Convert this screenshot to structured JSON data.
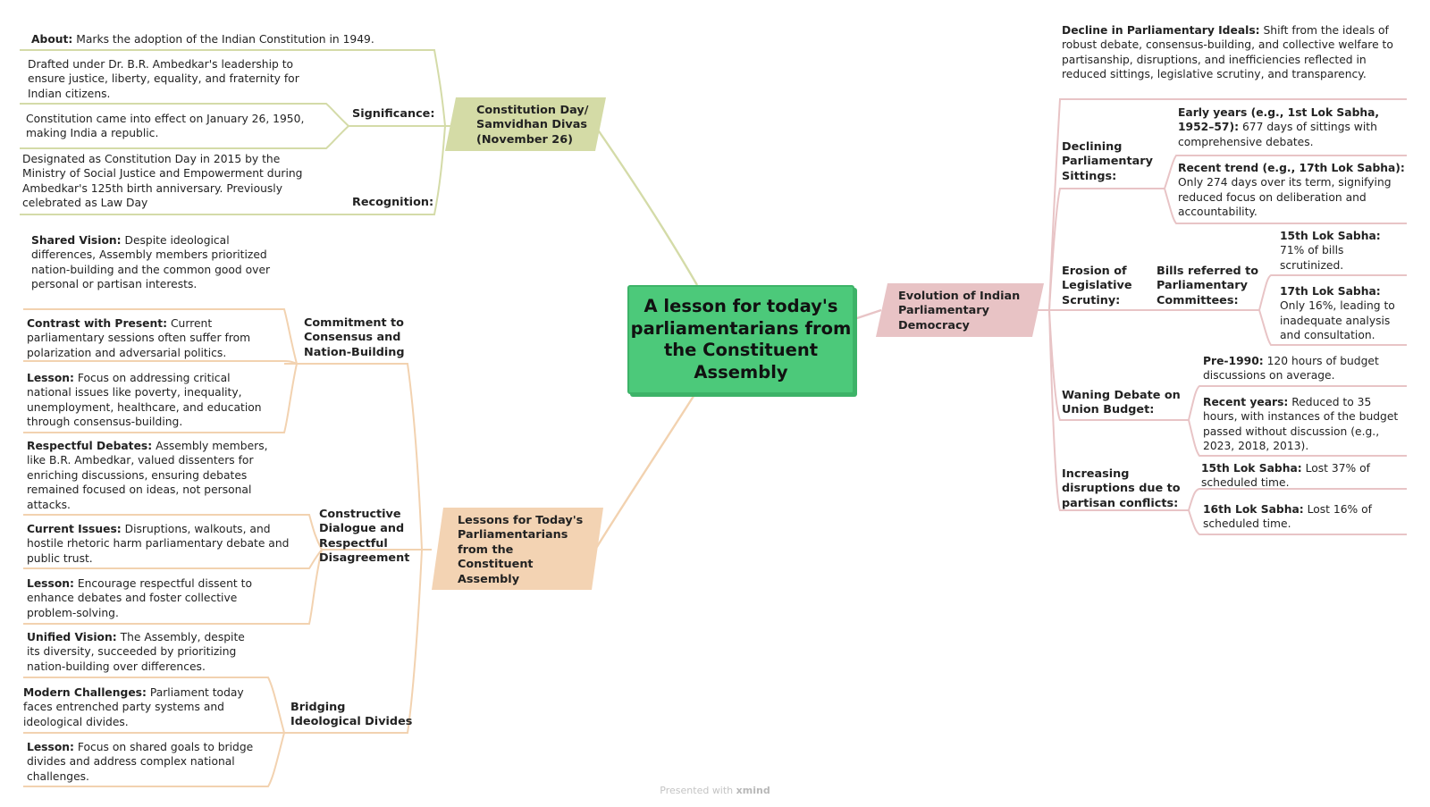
{
  "central": "A lesson for today's parliamentarians from the Constituent Assembly",
  "footer": {
    "prefix": "Presented with",
    "brand": "xmind"
  },
  "constitution_day": {
    "title": "Constitution Day/ Samvidhan Divas (November 26)",
    "about_label": "About:",
    "about_text": "Marks the adoption of the Indian Constitution in 1949.",
    "significance_label": "Significance:",
    "significance_1": "Drafted under Dr. B.R. Ambedkar's leadership to ensure justice, liberty, equality, and fraternity for Indian citizens.",
    "significance_2": "Constitution came into effect on January 26, 1950, making India a republic.",
    "recognition_label": "Recognition:",
    "recognition_text": "Designated as Constitution Day in 2015 by the Ministry of Social Justice and Empowerment during Ambedkar's 125th birth anniversary. Previously celebrated as Law Day"
  },
  "lessons": {
    "title": "Lessons for Today's Parliamentarians from the Constituent Assembly",
    "consensus": {
      "label": "Commitment to Consensus and Nation-Building",
      "items": [
        {
          "b": "Shared Vision:",
          "t": " Despite ideological differences, Assembly members prioritized nation-building and the common good over personal or partisan interests."
        },
        {
          "b": "Contrast with Present:",
          "t": " Current parliamentary sessions often suffer from polarization and adversarial politics."
        },
        {
          "b": "Lesson:",
          "t": " Focus on addressing critical national issues like poverty, inequality, unemployment, healthcare, and education through consensus-building."
        }
      ]
    },
    "dialogue": {
      "label": "Constructive Dialogue and Respectful Disagreement",
      "items": [
        {
          "b": "Respectful Debates:",
          "t": " Assembly members, like B.R. Ambedkar, valued dissenters for enriching discussions, ensuring debates remained focused on ideas, not personal attacks."
        },
        {
          "b": "Current Issues:",
          "t": " Disruptions, walkouts, and hostile rhetoric harm parliamentary debate and public trust."
        },
        {
          "b": "Lesson:",
          "t": " Encourage respectful dissent to enhance debates and foster collective problem-solving."
        }
      ]
    },
    "bridging": {
      "label": "Bridging Ideological Divides",
      "items": [
        {
          "b": "Unified Vision:",
          "t": " The Assembly, despite its diversity, succeeded by prioritizing nation-building over differences."
        },
        {
          "b": "Modern Challenges:",
          "t": " Parliament today faces entrenched party systems and ideological divides."
        },
        {
          "b": "Lesson:",
          "t": " Focus on shared goals to bridge divides and address complex national challenges."
        }
      ]
    }
  },
  "evolution": {
    "title": "Evolution of Indian Parliamentary Democracy",
    "decline": {
      "b": "Decline in Parliamentary Ideals:",
      "t": " Shift from the ideals of robust debate, consensus-building, and collective welfare to partisanship, disruptions, and inefficiencies reflected in reduced sittings, legislative scrutiny, and transparency."
    },
    "sittings": {
      "label": "Declining Parliamentary Sittings:",
      "early": {
        "b": "Early years (e.g., 1st Lok Sabha, 1952–57):",
        "t": " 677 days of sittings with comprehensive debates."
      },
      "recent": {
        "b": "Recent trend (e.g., 17th Lok Sabha):",
        "t": " Only 274 days over its term, signifying reduced focus on deliberation and accountability."
      }
    },
    "scrutiny": {
      "label": "Erosion of Legislative Scrutiny:",
      "sub_label": "Bills referred to Parliamentary Committees:",
      "ls15": {
        "b": "15th Lok Sabha:",
        "t": " 71% of bills scrutinized."
      },
      "ls17": {
        "b": "17th Lok Sabha:",
        "t": " Only 16%, leading to inadequate analysis and consultation."
      }
    },
    "budget": {
      "label": "Waning Debate on Union Budget:",
      "pre": {
        "b": "Pre-1990:",
        "t": " 120 hours of budget discussions on average."
      },
      "recent": {
        "b": "Recent years:",
        "t": " Reduced to 35 hours, with instances of the budget passed without discussion (e.g., 2023, 2018, 2013)."
      }
    },
    "disruptions": {
      "label": "Increasing disruptions due to partisan conflicts:",
      "ls15": {
        "b": "15th Lok Sabha:",
        "t": " Lost 37% of scheduled time."
      },
      "ls16": {
        "b": "16th Lok Sabha:",
        "t": " Lost 16% of scheduled time."
      }
    }
  }
}
